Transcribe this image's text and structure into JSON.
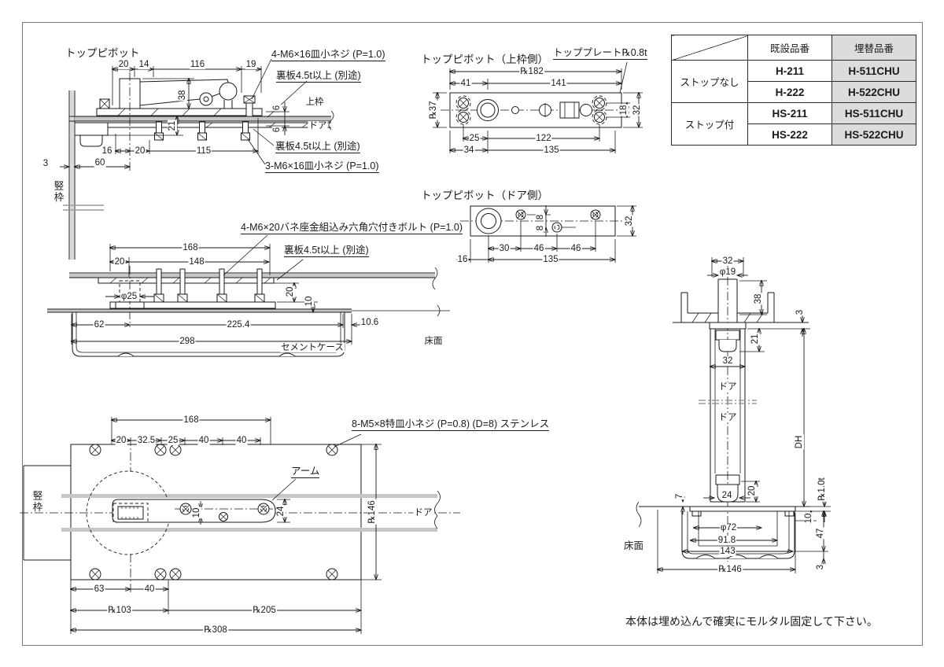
{
  "colors": {
    "line": "#1a1a1a",
    "cut_gray": "#c6c6c6",
    "table_shade": "#dcdcdc"
  },
  "note": "本体は埋め込んで確実にモルタル固定して下さい。",
  "table": {
    "headers": {
      "existing": "既設品番",
      "replacement": "埋替品番"
    },
    "groups": [
      "ストップなし",
      "ストップ付"
    ],
    "rows": [
      [
        "H-211",
        "H-511CHU"
      ],
      [
        "H-222",
        "H-522CHU"
      ],
      [
        "HS-211",
        "HS-511CHU"
      ],
      [
        "HS-222",
        "HS-522CHU"
      ]
    ]
  },
  "secA": {
    "title": "トップピボット",
    "screw_top": "4-M6×16皿小ネジ (P=1.0)",
    "back_top": "裏板4.5t以上 (別途)",
    "kamiwaku": "上枠",
    "door": "ドア",
    "back_bottom": "裏板4.5t以上 (別途)",
    "screw_bottom": "3-M6×16皿小ネジ (P=1.0)",
    "tatewaku": "竪枠",
    "dims": {
      "d20": "20",
      "d14": "14",
      "d116": "116",
      "d19": "19",
      "d38": "38",
      "d6a": "6",
      "d6b": "6",
      "d21": "21",
      "d16": "16",
      "d20b": "20",
      "d115": "115",
      "d3": "3",
      "d60": "60"
    }
  },
  "secB": {
    "title": "トップピボット（上枠側）",
    "plate": "トッププレート℞0.8t",
    "dims": {
      "d182": "℞182",
      "d41": "41",
      "d141": "141",
      "d37": "℞37",
      "d18": "18",
      "d32": "32",
      "d25": "25",
      "d122": "122",
      "d34": "34",
      "d135": "135"
    }
  },
  "secC": {
    "title": "トップピボット（ドア側）",
    "dims": {
      "d8a": "8",
      "d8b": "8",
      "d32": "32",
      "d30": "30",
      "d46a": "46",
      "d46b": "46",
      "d16": "16",
      "d135": "135"
    }
  },
  "secD": {
    "bolt": "4-M6×20バネ座金組込み六角穴付きボルト (P=1.0)",
    "back": "裏板4.5t以上 (別途)",
    "cement": "セメントケース",
    "floor": "床面",
    "dims": {
      "d168": "168",
      "d20": "20",
      "d148": "148",
      "d25": "φ25",
      "d20v": "20",
      "d10": "10",
      "d62": "62",
      "d2254": "225.4",
      "d106": "10.6",
      "d298": "298"
    }
  },
  "secE": {
    "screw": "8-M5×8特皿小ネジ (P=0.8) (D=8) ステンレス",
    "arm": "アーム",
    "door": "ドア",
    "tatewaku": "竪枠",
    "dims": {
      "d168": "168",
      "d20": "20",
      "d325": "32.5",
      "d25": "25",
      "d40a": "40",
      "d40b": "40",
      "d10": "10",
      "d24": "24",
      "d146": "℞146",
      "d63": "63",
      "d40c": "40",
      "d103": "℞103",
      "d205": "℞205",
      "d308": "℞308"
    }
  },
  "secF": {
    "door1": "ドア",
    "door2": "ドア",
    "floor": "床面",
    "dh": "DH",
    "dims": {
      "d32a": "32",
      "d19": "φ19",
      "d38": "38",
      "d3a": "3",
      "d21": "21",
      "d32b": "32",
      "d24": "24",
      "d20": "20",
      "d7": "7",
      "d72": "φ72",
      "d918": "91.8",
      "d143": "143",
      "d146": "℞146",
      "d10": "10",
      "d47": "47",
      "d3b": "3",
      "d1t": "℞1.0t"
    }
  }
}
